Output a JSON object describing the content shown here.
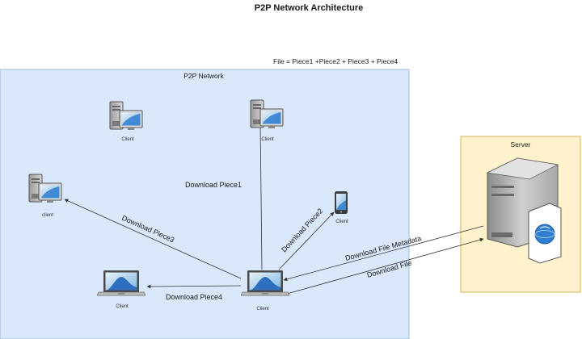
{
  "title": "P2P Network Architecture",
  "formula": "File = Piece1 +Piece2 + Piece3 + Piece4",
  "regions": {
    "p2p": {
      "label": "P2P Network",
      "fill": "#dae8fc",
      "stroke": "#9fb9e0"
    },
    "server": {
      "label": "Server",
      "fill": "#fff2cc",
      "stroke": "#d6b656"
    }
  },
  "nodes": {
    "client_top_left": {
      "label": "Client",
      "icon": "desktop-tower-icon"
    },
    "client_top_center": {
      "label": "Client",
      "icon": "desktop-tower-icon"
    },
    "client_left": {
      "label": "client",
      "icon": "desktop-tower-icon"
    },
    "client_mobile": {
      "label": "Client",
      "icon": "mobile-phone-icon"
    },
    "client_laptop_left": {
      "label": "Client",
      "icon": "laptop-icon"
    },
    "client_laptop_main": {
      "label": "Client",
      "icon": "laptop-icon"
    },
    "server_node": {
      "icon": "web-server-icon"
    }
  },
  "edges": {
    "piece1": "Download Piece1",
    "piece2": "Download Piece2",
    "piece3": "Download Piece3",
    "piece4": "Download Piece4",
    "file_metadata": "Download File Metadata",
    "file": "Download File"
  },
  "colors": {
    "edge": "#333333",
    "screen": "#2f7fd0"
  }
}
